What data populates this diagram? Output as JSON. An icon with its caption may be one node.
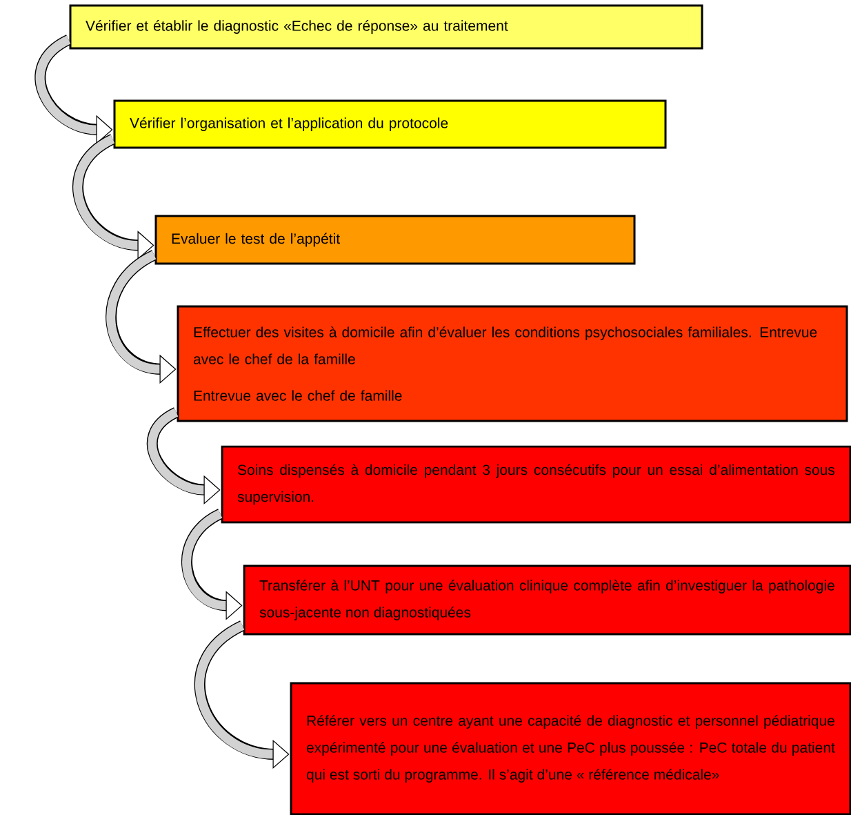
{
  "diagram": {
    "nodes": [
      {
        "text": [
          "Vérifier et établir le diagnostic «Echec de réponse» au traitement"
        ]
      },
      {
        "text": [
          "Vérifier l’organisation et l’application du protocole"
        ]
      },
      {
        "text": [
          "Evaluer le test de l’appétit"
        ]
      },
      {
        "text": [
          "Effectuer des visites à domicile afin d’évaluer les conditions psychosociales familiales. Entrevue avec le chef de la famille",
          "Entrevue avec le chef de famille"
        ]
      },
      {
        "text": [
          "Soins dispensés à domicile pendant 3 jours consécutifs pour un essai d’alimentation sous supervision."
        ]
      },
      {
        "text": [
          "Transférer à l’UNT pour une évaluation clinique complète afin d’investiguer la pathologie sous-jacente non diagnostiquées"
        ]
      },
      {
        "text": [
          "Référer vers un centre ayant une capacité de diagnostic et personnel pédiatrique expérimenté pour une évaluation et une PeC plus poussée : PeC totale du patient qui est sorti du programme. Il s’agit d’une « référence médicale»"
        ]
      }
    ],
    "edges": [
      {
        "from": 0,
        "to": 1,
        "arrow": "to"
      },
      {
        "from": 1,
        "to": 2,
        "arrow": "to"
      },
      {
        "from": 2,
        "to": 3,
        "arrow": "to"
      },
      {
        "from": 3,
        "to": 4,
        "arrow": "to"
      },
      {
        "from": 4,
        "to": 5,
        "arrow": "to"
      },
      {
        "from": 5,
        "to": 6,
        "arrow": "to"
      }
    ]
  }
}
